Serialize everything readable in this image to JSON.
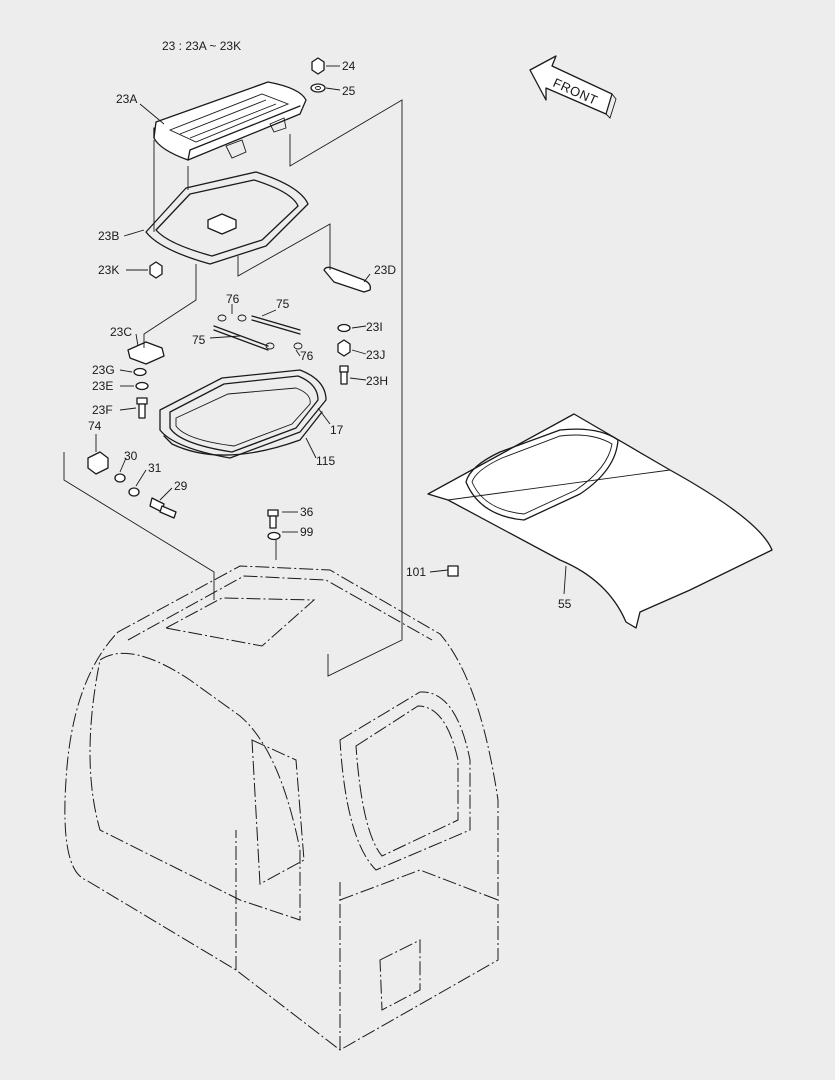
{
  "header_note": "23 : 23A ~ 23K",
  "front_label": "FRONT",
  "labels": {
    "p24": "24",
    "p25": "25",
    "p23A": "23A",
    "p23B": "23B",
    "p23K": "23K",
    "p23D": "23D",
    "p23C": "23C",
    "p76a": "76",
    "p75a": "75",
    "p75b": "75",
    "p76b": "76",
    "p23I": "23I",
    "p23J": "23J",
    "p23H": "23H",
    "p23G": "23G",
    "p23E": "23E",
    "p23F": "23F",
    "p17": "17",
    "p115": "115",
    "p74": "74",
    "p30": "30",
    "p31": "31",
    "p29": "29",
    "p36": "36",
    "p99": "99",
    "p101": "101",
    "p55": "55"
  }
}
